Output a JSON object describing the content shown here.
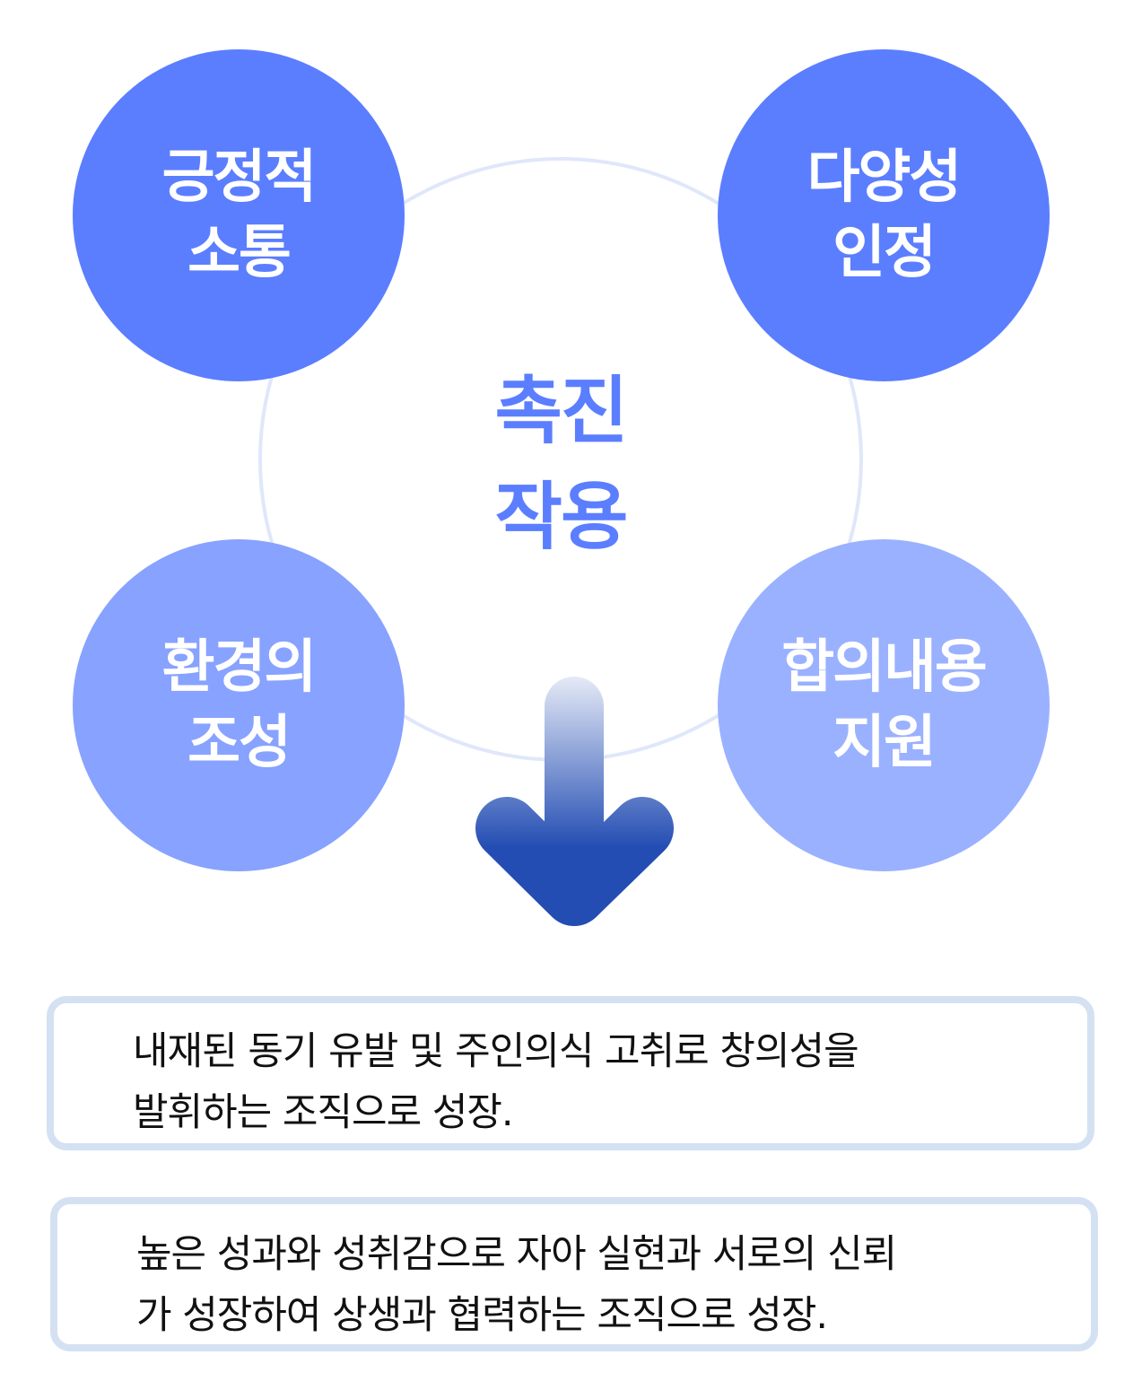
{
  "center_label": [
    "촉진",
    "작용"
  ],
  "circles": [
    {
      "lines": [
        "긍정적",
        "소통"
      ],
      "color": "#5b7eff"
    },
    {
      "lines": [
        "다양성",
        "인정"
      ],
      "color": "#5b7eff"
    },
    {
      "lines": [
        "환경의",
        "조성"
      ],
      "color": "#87a2ff"
    },
    {
      "lines": [
        "합의내용",
        "지원"
      ],
      "color": "#9ab1ff"
    }
  ],
  "outcomes": [
    {
      "lines": [
        "내재된 동기 유발 및 주인의식 고취로 창의성을",
        "발휘하는 조직으로 성장."
      ]
    },
    {
      "lines": [
        "높은 성과와 성취감으로 자아 실현과 서로의 신뢰",
        "가 성장하여 상생과 협력하는 조직으로 성장."
      ]
    }
  ],
  "colors": {
    "ring": "#e0e7fb",
    "arrow_top": "#e4e9f6",
    "arrow_bottom": "#234db3",
    "box_border": "#d4e1f3"
  }
}
